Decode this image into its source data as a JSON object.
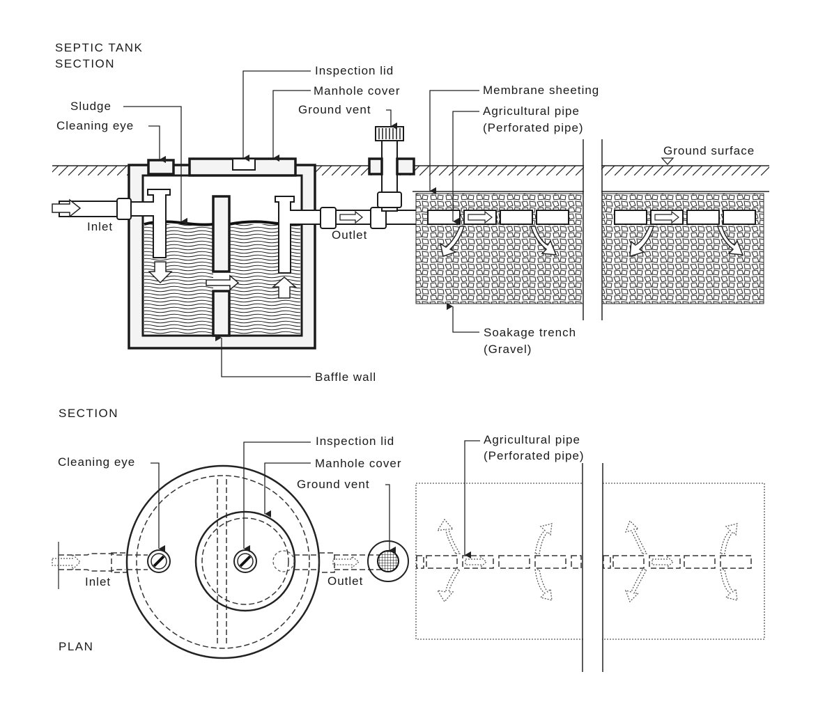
{
  "titles": {
    "section_heading_line1": "SEPTIC TANK",
    "section_heading_line2": "SECTION",
    "section_caption": "SECTION",
    "plan_caption": "PLAN"
  },
  "section_labels": {
    "inspection_lid": "Inspection lid",
    "manhole_cover": "Manhole cover",
    "sludge": "Sludge",
    "cleaning_eye": "Cleaning eye",
    "ground_vent": "Ground vent",
    "membrane_sheeting": "Membrane sheeting",
    "agricultural_pipe_line1": "Agricultural pipe",
    "agricultural_pipe_line2": "(Perforated pipe)",
    "ground_surface": "Ground surface",
    "inlet": "Inlet",
    "outlet": "Outlet",
    "soakage_trench_line1": "Soakage trench",
    "soakage_trench_line2": "(Gravel)",
    "baffle_wall": "Baffle wall"
  },
  "plan_labels": {
    "inspection_lid": "Inspection lid",
    "manhole_cover": "Manhole cover",
    "cleaning_eye": "Cleaning eye",
    "ground_vent": "Ground vent",
    "agricultural_pipe_line1": "Agricultural pipe",
    "agricultural_pipe_line2": "(Perforated pipe)",
    "inlet": "Inlet",
    "outlet": "Outlet"
  }
}
